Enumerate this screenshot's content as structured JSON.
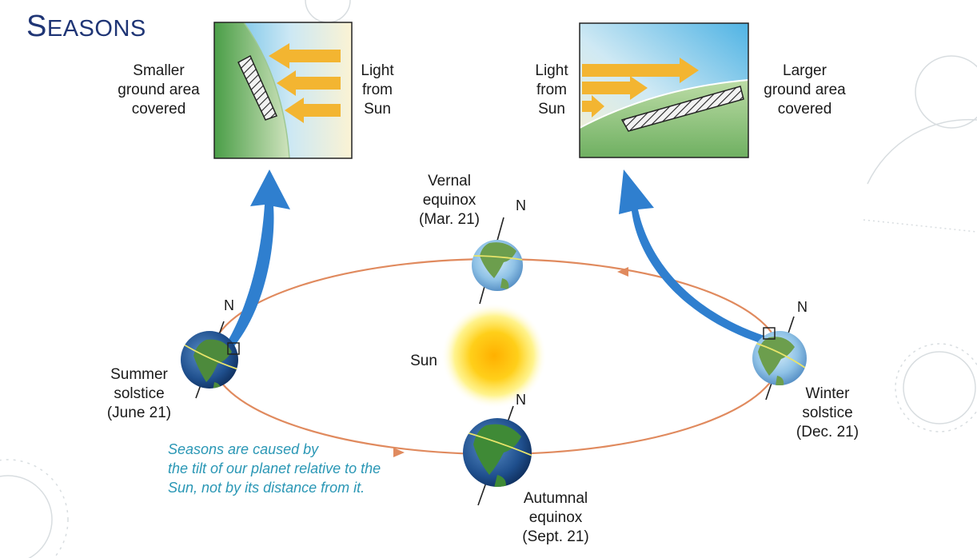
{
  "title": "Seasons",
  "title_parts": {
    "first": "S",
    "rest": "EASONS"
  },
  "sun_label": "Sun",
  "north_marker": "N",
  "orbit_positions": {
    "summer": {
      "line1": "Summer",
      "line2": "solstice",
      "line3": "(June 21)"
    },
    "vernal": {
      "line1": "Vernal",
      "line2": "equinox",
      "line3": "(Mar. 21)"
    },
    "winter": {
      "line1": "Winter",
      "line2": "solstice",
      "line3": "(Dec. 21)"
    },
    "autumnal": {
      "line1": "Autumnal",
      "line2": "equinox",
      "line3": "(Sept. 21)"
    }
  },
  "left_inset": {
    "area_label": {
      "line1": "Smaller",
      "line2": "ground area",
      "line3": "covered"
    },
    "light_label": {
      "line1": "Light",
      "line2": "from",
      "line3": "Sun"
    }
  },
  "right_inset": {
    "light_label": {
      "line1": "Light",
      "line2": "from",
      "line3": "Sun"
    },
    "area_label": {
      "line1": "Larger",
      "line2": "ground area",
      "line3": "covered"
    }
  },
  "caption": {
    "line1": "Seasons are caused by",
    "line2": "the tilt of our planet relative to the",
    "line3": "Sun, not by its distance from it."
  },
  "colors": {
    "title": "#1f3575",
    "orbit": "#e08a5e",
    "arrow_light": "#f3b531",
    "arrow_callout": "#2f7fcf",
    "caption": "#2a97b5",
    "sun": "#ffd21f"
  }
}
